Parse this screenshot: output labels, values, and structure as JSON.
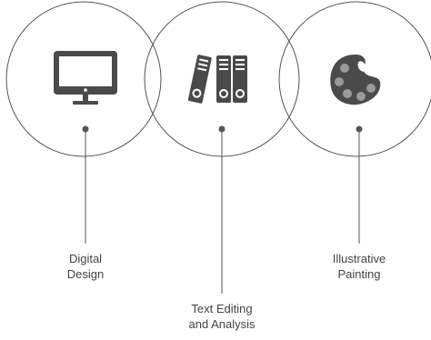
{
  "colors": {
    "line": "#555555",
    "icon": "#4a4a4a",
    "icon_light": "#9a9a9a",
    "text": "#444444"
  },
  "items": [
    {
      "icon": "monitor-icon",
      "label_line1": "Digital",
      "label_line2": "Design"
    },
    {
      "icon": "binders-icon",
      "label_line1": "Text Editing",
      "label_line2": "and Analysis"
    },
    {
      "icon": "palette-icon",
      "label_line1": "Illustrative",
      "label_line2": "Painting"
    }
  ]
}
